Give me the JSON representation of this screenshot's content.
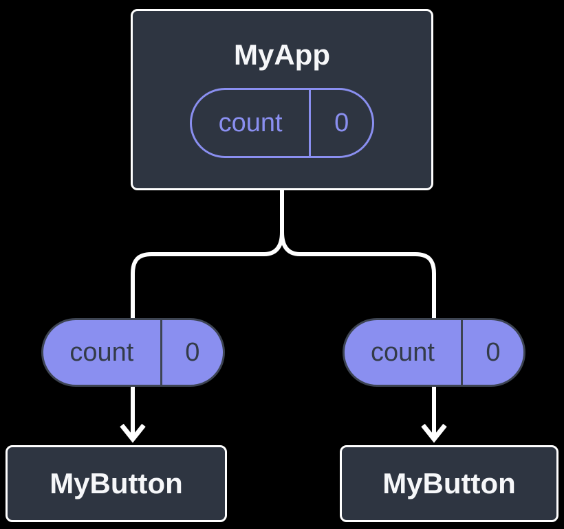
{
  "diagram": {
    "root": {
      "title": "MyApp",
      "state": {
        "name": "count",
        "value": "0"
      }
    },
    "children": [
      {
        "title": "MyButton",
        "prop": {
          "name": "count",
          "value": "0"
        }
      },
      {
        "title": "MyButton",
        "prop": {
          "name": "count",
          "value": "0"
        }
      }
    ]
  },
  "colors": {
    "background": "#000000",
    "node_fill": "#2E3541",
    "node_border": "#FFFFFF",
    "node_text": "#F6F7F9",
    "accent_purple": "#8A8FF0",
    "pill_dark_border": "#3D4452",
    "pill_dark_text": "#333B48",
    "connector": "#FFFFFF"
  }
}
